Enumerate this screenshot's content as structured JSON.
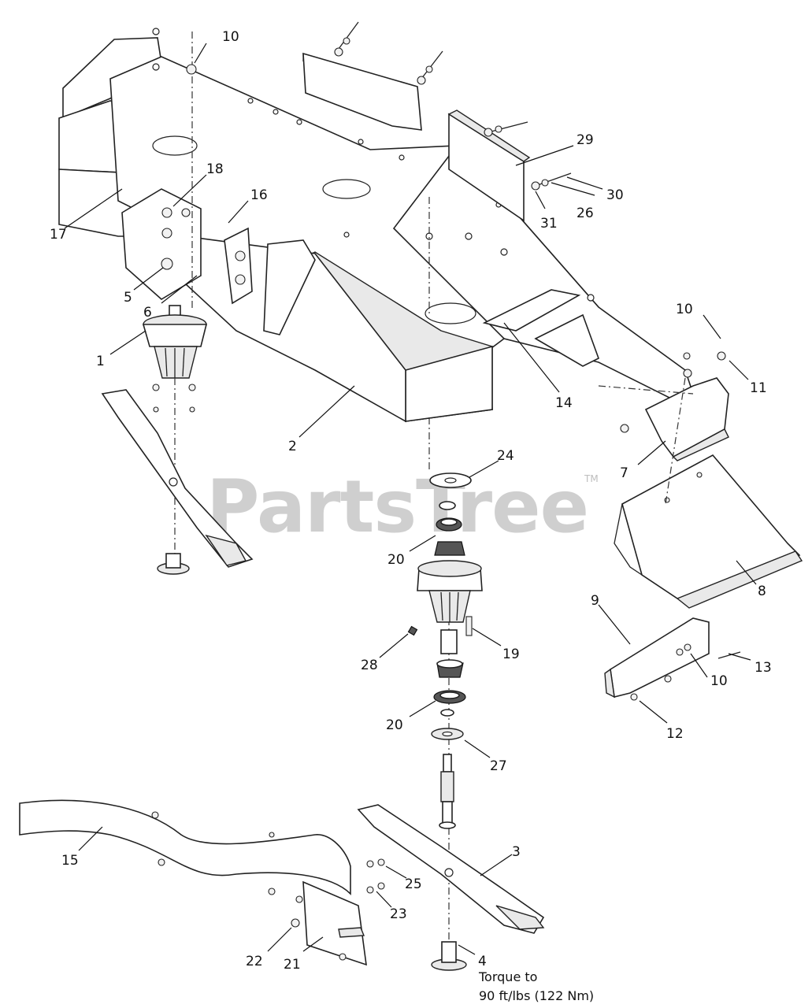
{
  "watermark": {
    "text": "PartsTree",
    "trademark": "TM"
  },
  "torque_note": {
    "line1": "Torque to",
    "line2": "90 ft/lbs (122 Nm)"
  },
  "callouts": [
    {
      "id": "c10a",
      "label": "10"
    },
    {
      "id": "c18",
      "label": "18"
    },
    {
      "id": "c16",
      "label": "16"
    },
    {
      "id": "c17",
      "label": "17"
    },
    {
      "id": "c5",
      "label": "5"
    },
    {
      "id": "c6",
      "label": "6"
    },
    {
      "id": "c1",
      "label": "1"
    },
    {
      "id": "c2",
      "label": "2"
    },
    {
      "id": "c29",
      "label": "29"
    },
    {
      "id": "c30",
      "label": "30"
    },
    {
      "id": "c26",
      "label": "26"
    },
    {
      "id": "c31",
      "label": "31"
    },
    {
      "id": "c14",
      "label": "14"
    },
    {
      "id": "c10b",
      "label": "10"
    },
    {
      "id": "c11",
      "label": "11"
    },
    {
      "id": "c7",
      "label": "7"
    },
    {
      "id": "c24",
      "label": "24"
    },
    {
      "id": "c20a",
      "label": "20"
    },
    {
      "id": "c8",
      "label": "8"
    },
    {
      "id": "c9",
      "label": "9"
    },
    {
      "id": "c13",
      "label": "13"
    },
    {
      "id": "c10c",
      "label": "10"
    },
    {
      "id": "c12",
      "label": "12"
    },
    {
      "id": "c28",
      "label": "28"
    },
    {
      "id": "c19",
      "label": "19"
    },
    {
      "id": "c20b",
      "label": "20"
    },
    {
      "id": "c27",
      "label": "27"
    },
    {
      "id": "c15",
      "label": "15"
    },
    {
      "id": "c3",
      "label": "3"
    },
    {
      "id": "c25",
      "label": "25"
    },
    {
      "id": "c23",
      "label": "23"
    },
    {
      "id": "c22",
      "label": "22"
    },
    {
      "id": "c21",
      "label": "21"
    },
    {
      "id": "c4",
      "label": "4"
    }
  ]
}
